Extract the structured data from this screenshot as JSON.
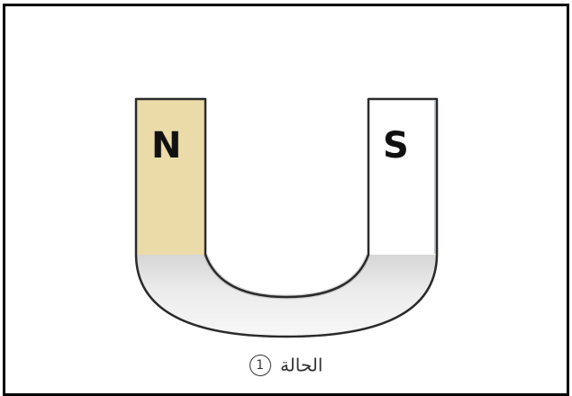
{
  "magnet": {
    "north_label": "N",
    "south_label": "S",
    "north_color": "#eadba8",
    "south_color": "#ffffff",
    "bend_color": "#e4e4e4",
    "outline_color": "#2a2a2a"
  },
  "caption": {
    "text": "الحالة",
    "number": "1"
  }
}
